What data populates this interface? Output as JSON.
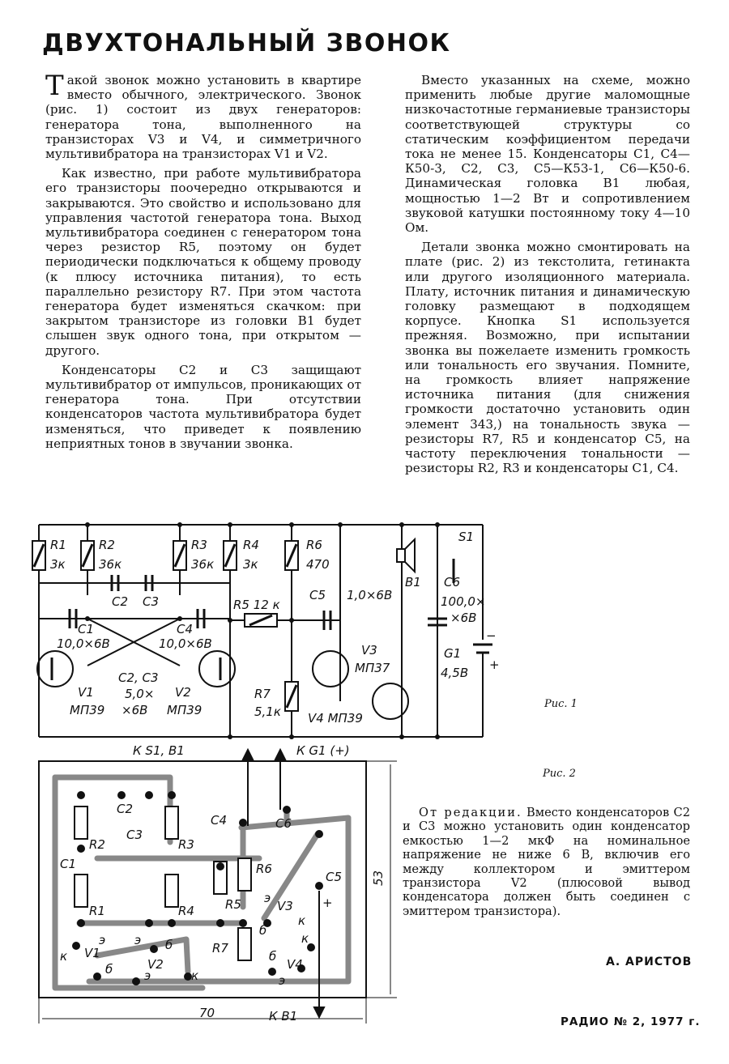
{
  "title": "ДВУХТОНАЛЬНЫЙ ЗВОНОК",
  "col1": {
    "p1_cap": "Т",
    "p1": "акой звонок можно установить в квартире вместо обычного, электрического. Звонок (рис. 1) состоит из двух генераторов: генератора тона, выполненного на транзисторах V3 и V4, и симметричного мультивибратора на транзисторах V1 и V2.",
    "p2": "Как известно, при работе мультивибратора его транзисторы поочередно открываются и закрываются. Это свойство и использовано для управления частотой генератора тона. Выход мультивибратора соединен с генератором тона через резистор R5, поэтому он будет периодически подключаться к общему проводу (к плюсу источника питания), то есть параллельно резистору R7. При этом частота генератора будет изменяться скачком: при закрытом транзисторе из головки B1 будет слышен звук одного тона, при открытом — другого.",
    "p3": "Конденсаторы C2 и C3 защищают мультивибратор от импульсов, проникающих от генератора тона. При отсутствии конденсаторов частота мультивибратора будет изменяться, что приведет к появлению неприятных тонов в звучании звонка."
  },
  "col2": {
    "p1": "Вместо указанных на схеме, можно применить любые другие маломощные низкочастотные германиевые транзисторы соответствующей структуры со статическим коэффициентом передачи тока не менее 15. Конденсаторы C1, C4—К50-3, C2, C3, C5—К53-1, C6—К50-6. Динамическая головка B1 любая, мощностью 1—2 Вт и сопротивлением звуковой катушки постоянному току 4—10 Ом.",
    "p2": "Детали звонка можно смонтировать на плате (рис. 2) из текстолита, гетинакта или другого изоляционного материала. Плату, источник питания и динамическую головку размещают в подходящем корпусе. Кнопка S1 используется прежняя. Возможно, при испытании звонка вы пожелаете изменить громкость или тональность его звучания. Помните, на громкость влияет напряжение источника питания (для снижения громкости достаточно установить один элемент 343,) на тональность звука — резисторы R7, R5 и конденсатор C5, на частоту переключения тональности — резисторы R2, R3 и конденсаторы C1, C4."
  },
  "editor": {
    "head": "От редакции.",
    "text": "Вместо конденсаторов C2 и C3 можно установить один конденсатор емкостью 1—2 мкФ на номинальное напряжение не ниже 6 В, включив его между коллектором и эмиттером транзистора V2 (плюсовой вывод конденсатора должен быть соединен с эмиттером транзистора)."
  },
  "author": "А. АРИСТОВ",
  "footer": "РАДИО № 2, 1977 г.",
  "fig1": {
    "caption": "Рис. 1",
    "labels": {
      "r1": "R1",
      "r1v": "3к",
      "r2": "R2",
      "r2v": "36к",
      "r3": "R3",
      "r3v": "36к",
      "r4": "R4",
      "r4v": "3к",
      "r6": "R6",
      "r6v": "470",
      "r5": "R5 12 к",
      "c1": "C1",
      "c1v": "10,0×6В",
      "c2": "C2",
      "c3": "C3",
      "c4": "C4",
      "c4v": "10,0×6В",
      "c23": "C2, C3",
      "c23v1": "5,0×",
      "c23v2": "×6В",
      "c5": "C5",
      "c5v": "1,0×6В",
      "c6": "C6",
      "c6v1": "100,0×",
      "c6v2": "×6В",
      "v1": "V1",
      "v1t": "МП39",
      "v2": "V2",
      "v2t": "МП39",
      "v3": "V3",
      "v3t": "МП37",
      "v4": "V4 МП39",
      "r7": "R7",
      "r7v": "5,1к",
      "b1": "B1",
      "s1": "S1",
      "g1": "G1",
      "g1v": "4,5В",
      "plus": "+",
      "minus": "−"
    }
  },
  "fig2": {
    "caption": "Рис. 2",
    "labels": {
      "top_s1b1": "К  S1,  B1",
      "top_g1": "К G1 (+)",
      "bottom_b1": "К B1",
      "width": "70",
      "height": "53",
      "r1": "R1",
      "r2": "R2",
      "r3": "R3",
      "r4": "R4",
      "r5": "R5",
      "r6": "R6",
      "r7": "R7",
      "c1": "C1",
      "c2": "C2",
      "c3": "C3",
      "c4": "C4",
      "c5": "C5",
      "c6": "C6",
      "v1": "V1",
      "v2": "V2",
      "v3": "V3",
      "v4": "V4",
      "k": "к",
      "e": "э",
      "b": "б",
      "plus": "+"
    }
  }
}
